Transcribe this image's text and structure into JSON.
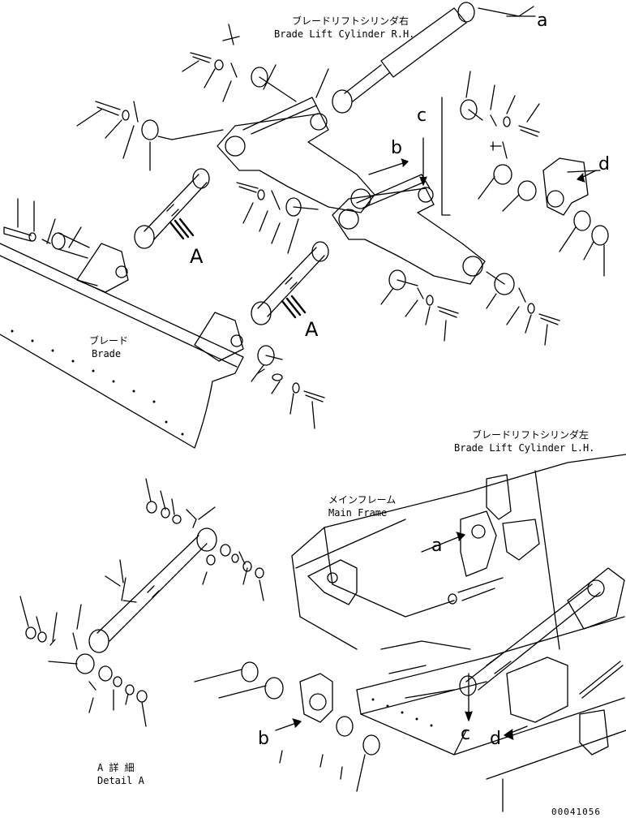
{
  "labels": {
    "rh_cyl_jp": "ブレードリフトシリンダ右",
    "rh_cyl_en": "Brade Lift Cylinder R.H.",
    "lh_cyl_jp": "ブレードリフトシリンダ左",
    "lh_cyl_en": "Brade Lift Cylinder L.H.",
    "blade_jp": "ブレード",
    "blade_en": "Brade",
    "frame_jp": "メインフレーム",
    "frame_en": "Main Frame",
    "detail_jp": "A 詳 細",
    "detail_en": "Detail A"
  },
  "callouts": {
    "a_top": "a",
    "b_top": "b",
    "c_top": "c",
    "d_top": "d",
    "a_bottom": "a",
    "b_bottom": "b",
    "c_bottom": "c",
    "d_bottom": "d",
    "view_A_1": "A",
    "view_A_2": "A"
  },
  "drawing_code": "00041056"
}
